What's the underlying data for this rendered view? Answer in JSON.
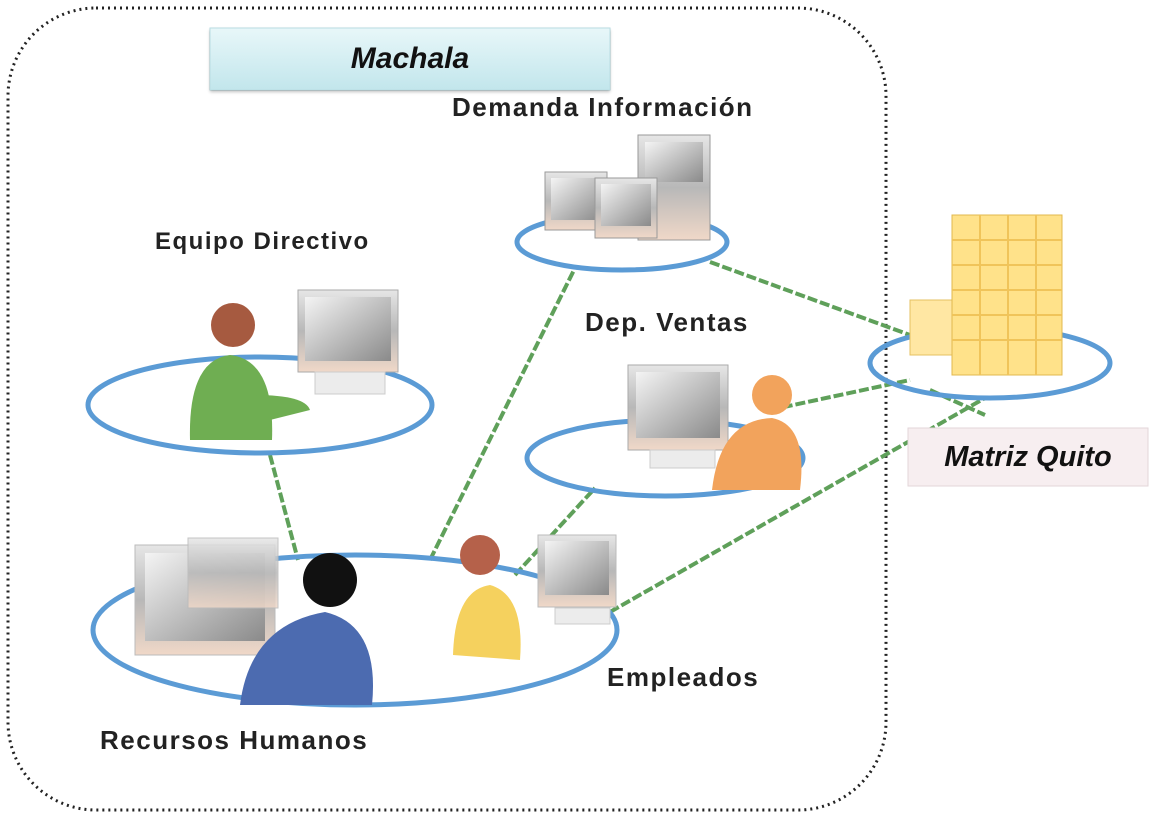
{
  "region": {
    "title": "Machala"
  },
  "remote": {
    "title": "Matriz Quito"
  },
  "nodes": {
    "demanda": {
      "label": "Demanda Información"
    },
    "directivo": {
      "label": "Equipo Directivo"
    },
    "ventas": {
      "label": "Dep. Ventas"
    },
    "rrhh": {
      "label": "Recursos Humanos"
    },
    "empleados": {
      "label": "Empleados"
    }
  },
  "colors": {
    "ring": "#5b9bd5",
    "link": "#5fa05a",
    "region_border": "#222222",
    "title_box": "#d6f0f3",
    "remote_box": "#f7eef0",
    "building": "#ffe28a"
  }
}
